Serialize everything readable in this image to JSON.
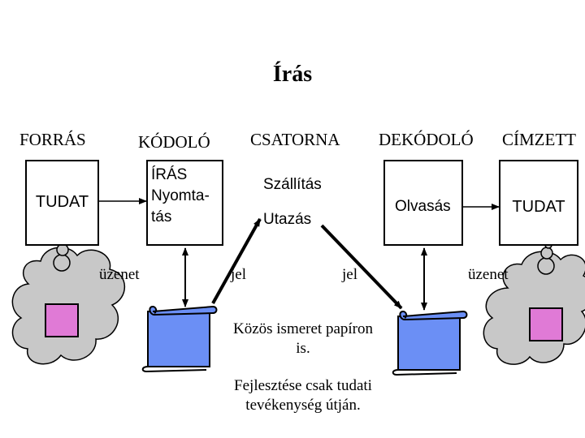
{
  "title": "Írás",
  "headers": {
    "source": "FORRÁS",
    "encoder": "KÓDOLÓ",
    "channel": "CSATORNA",
    "decoder": "DEKÓDOLÓ",
    "receiver": "CÍMZETT"
  },
  "boxes": {
    "source_box": "TUDAT",
    "encoder_box": [
      "ÍRÁS",
      "Nyomta-",
      "tás"
    ],
    "decoder_box": "Olvasás",
    "receiver_box": "TUDAT"
  },
  "channel_text": {
    "line1": "Szállítás",
    "line2": "Utazás"
  },
  "labels": {
    "message_left": "üzenet",
    "signal_left": "jel",
    "signal_right": "jel",
    "message_right": "üzenet"
  },
  "notes": {
    "note1": [
      "Közös ismeret papíron",
      "is."
    ],
    "note2": [
      "Fejlesztése csak tudati",
      "tevékenység útján."
    ]
  },
  "colors": {
    "scroll_fill": "#6b8ff5",
    "square_fill": "#e07ad6",
    "cloud_fill": "#c8c8c8"
  }
}
